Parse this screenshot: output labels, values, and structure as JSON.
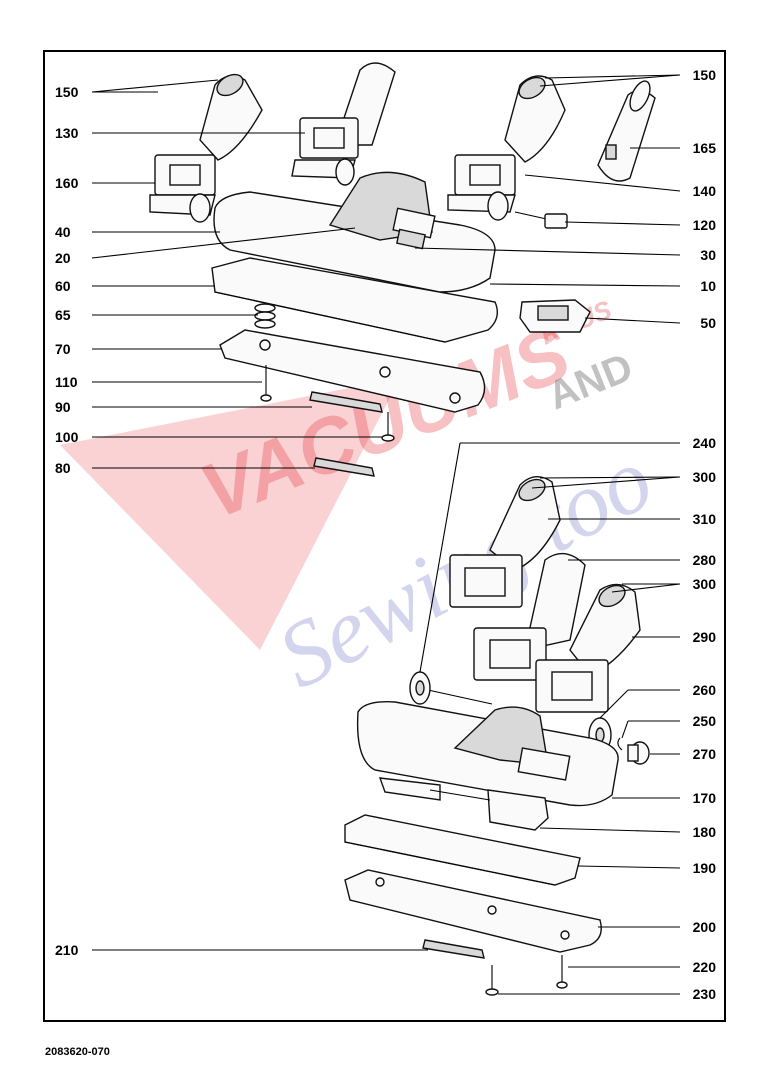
{
  "document": {
    "code": "2083620-070"
  },
  "watermark": {
    "brand_main": "VACUUMS",
    "brand_r": "R",
    "brand_us": "US",
    "brand_and": "AND",
    "brand_script": "Sewing too"
  },
  "labels": {
    "left": [
      "150",
      "130",
      "160",
      "40",
      "20",
      "60",
      "65",
      "70",
      "110",
      "90",
      "100",
      "80",
      "210"
    ],
    "right": [
      "150",
      "165",
      "140",
      "120",
      "30",
      "10",
      "50",
      "240",
      "300",
      "310",
      "280",
      "300",
      "290",
      "260",
      "250",
      "270",
      "170",
      "180",
      "190",
      "200",
      "220",
      "230"
    ]
  },
  "colors": {
    "watermark_red": "#e8323c",
    "watermark_blue": "#3b3fb0",
    "watermark_gray": "#777777"
  }
}
